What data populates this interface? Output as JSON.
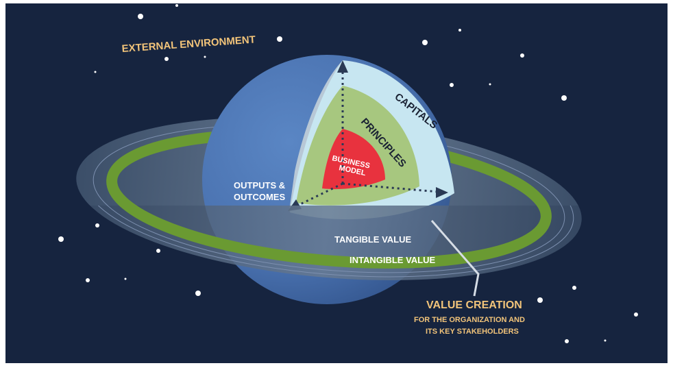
{
  "colors": {
    "space": "#16243f",
    "planet": "#4a72b0",
    "planet_shadow": "#2e4f86",
    "capitals": "#c7e6f1",
    "principles": "#a7c77f",
    "business_model": "#e8323e",
    "tangible_ring": "#6a9a32",
    "intangible_ring": "#5c6e84",
    "label_accent": "#f2c47a"
  },
  "labels": {
    "external_environment": "EXTERNAL ENVIRONMENT",
    "capitals": "CAPITALS",
    "principles": "PRINCIPLES",
    "business_model_line1": "BUSINESS",
    "business_model_line2": "MODEL",
    "outputs_line1": "OUTPUTS &",
    "outputs_line2": "OUTCOMES",
    "tangible_value": "TANGIBLE VALUE",
    "intangible_value": "INTANGIBLE VALUE",
    "value_creation_title": "VALUE CREATION",
    "value_creation_sub1": "FOR THE ORGANIZATION AND",
    "value_creation_sub2": "ITS KEY STAKEHOLDERS"
  }
}
